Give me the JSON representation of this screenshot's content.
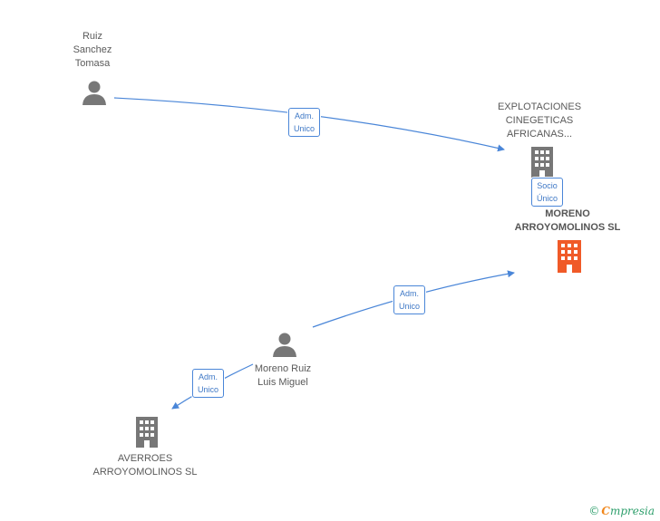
{
  "nodes": {
    "ruiz": {
      "label": "Ruiz\nSanchez\nTomasa",
      "type": "person"
    },
    "explotaciones": {
      "label": "EXPLOTACIONES\nCINEGETICAS\nAFRICANAS...",
      "type": "company"
    },
    "moreno_sl": {
      "label": "MORENO\nARROYOMOLINOS SL",
      "type": "company-main"
    },
    "moreno_ruiz": {
      "label": "Moreno Ruiz\nLuis Miguel",
      "type": "person"
    },
    "averroes": {
      "label": "AVERROES\nARROYOMOLINOS SL",
      "type": "company"
    }
  },
  "relations": {
    "r1": "Adm.\nUnico",
    "r2": "Socio\nÚnico",
    "r3": "Adm.\nUnico",
    "r4": "Adm.\nUnico"
  },
  "colors": {
    "edge": "#4a86d8",
    "person_icon": "#777777",
    "company_icon": "#777777",
    "main_company_icon": "#f05a28",
    "brand": "#2e9f6c"
  },
  "footer": {
    "copyright": "©",
    "brand_first": "C",
    "brand_rest": "mpresia"
  }
}
